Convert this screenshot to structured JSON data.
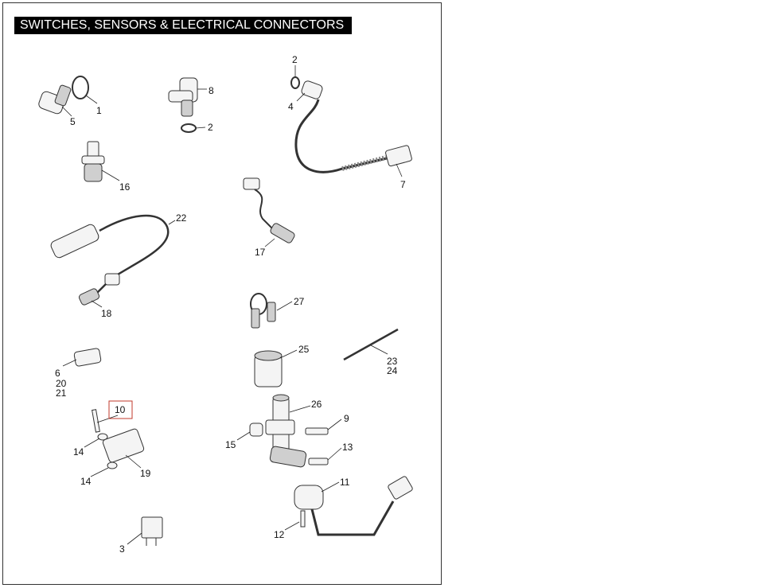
{
  "title": "SWITCHES, SENSORS & ELECTRICAL CONNECTORS",
  "highlight_color": "#c0392b",
  "callouts": {
    "c1": "1",
    "c5": "5",
    "c8": "8",
    "c2a": "2",
    "c2b": "2",
    "c4": "4",
    "c7": "7",
    "c16": "16",
    "c22": "22",
    "c17": "17",
    "c18": "18",
    "c27": "27",
    "c25": "25",
    "c23": "23",
    "c24": "24",
    "c6": "6",
    "c20": "20",
    "c21": "21",
    "c10": "10",
    "c26": "26",
    "c9": "9",
    "c14a": "14",
    "c15": "15",
    "c13": "13",
    "c19": "19",
    "c14b": "14",
    "c11": "11",
    "c12": "12",
    "c3": "3"
  }
}
